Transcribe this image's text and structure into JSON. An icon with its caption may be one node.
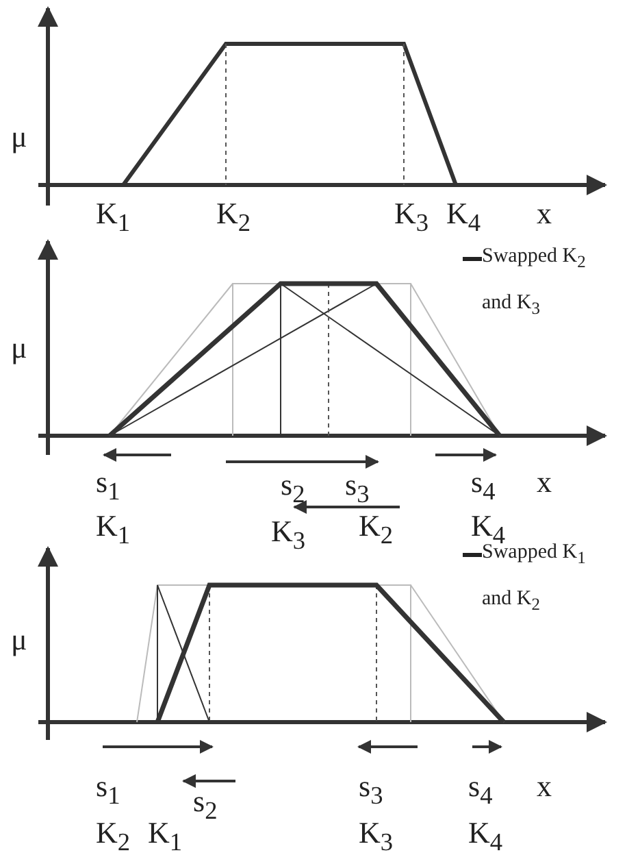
{
  "diagram": {
    "labels": [
      "μ",
      "K$_{1}$",
      "K$_{2}$",
      "K$_{3}$",
      "K$_{4}$",
      "x",
      "μ",
      "s$_{1}$",
      "s$_{2}$",
      "s$_{3}$",
      "s$_{4}$",
      "x",
      "K$_{1}$",
      "K$_{3}$",
      "K$_{2}$",
      "K$_{4}$",
      "μ",
      "s$_{1}$",
      "s$_{2}$",
      "s$_{3}$",
      "s$_{4}$",
      "x",
      "K$_{2}$",
      "K$_{1}$",
      "K$_{3}$",
      "K$_{4}$"
    ],
    "legend": [
      {
        "text": "Swapped K$_{2}$ and K$_{3}$"
      },
      {
        "text": "Swapped K$_{1}$ and K$_{2}$"
      }
    ]
  }
}
